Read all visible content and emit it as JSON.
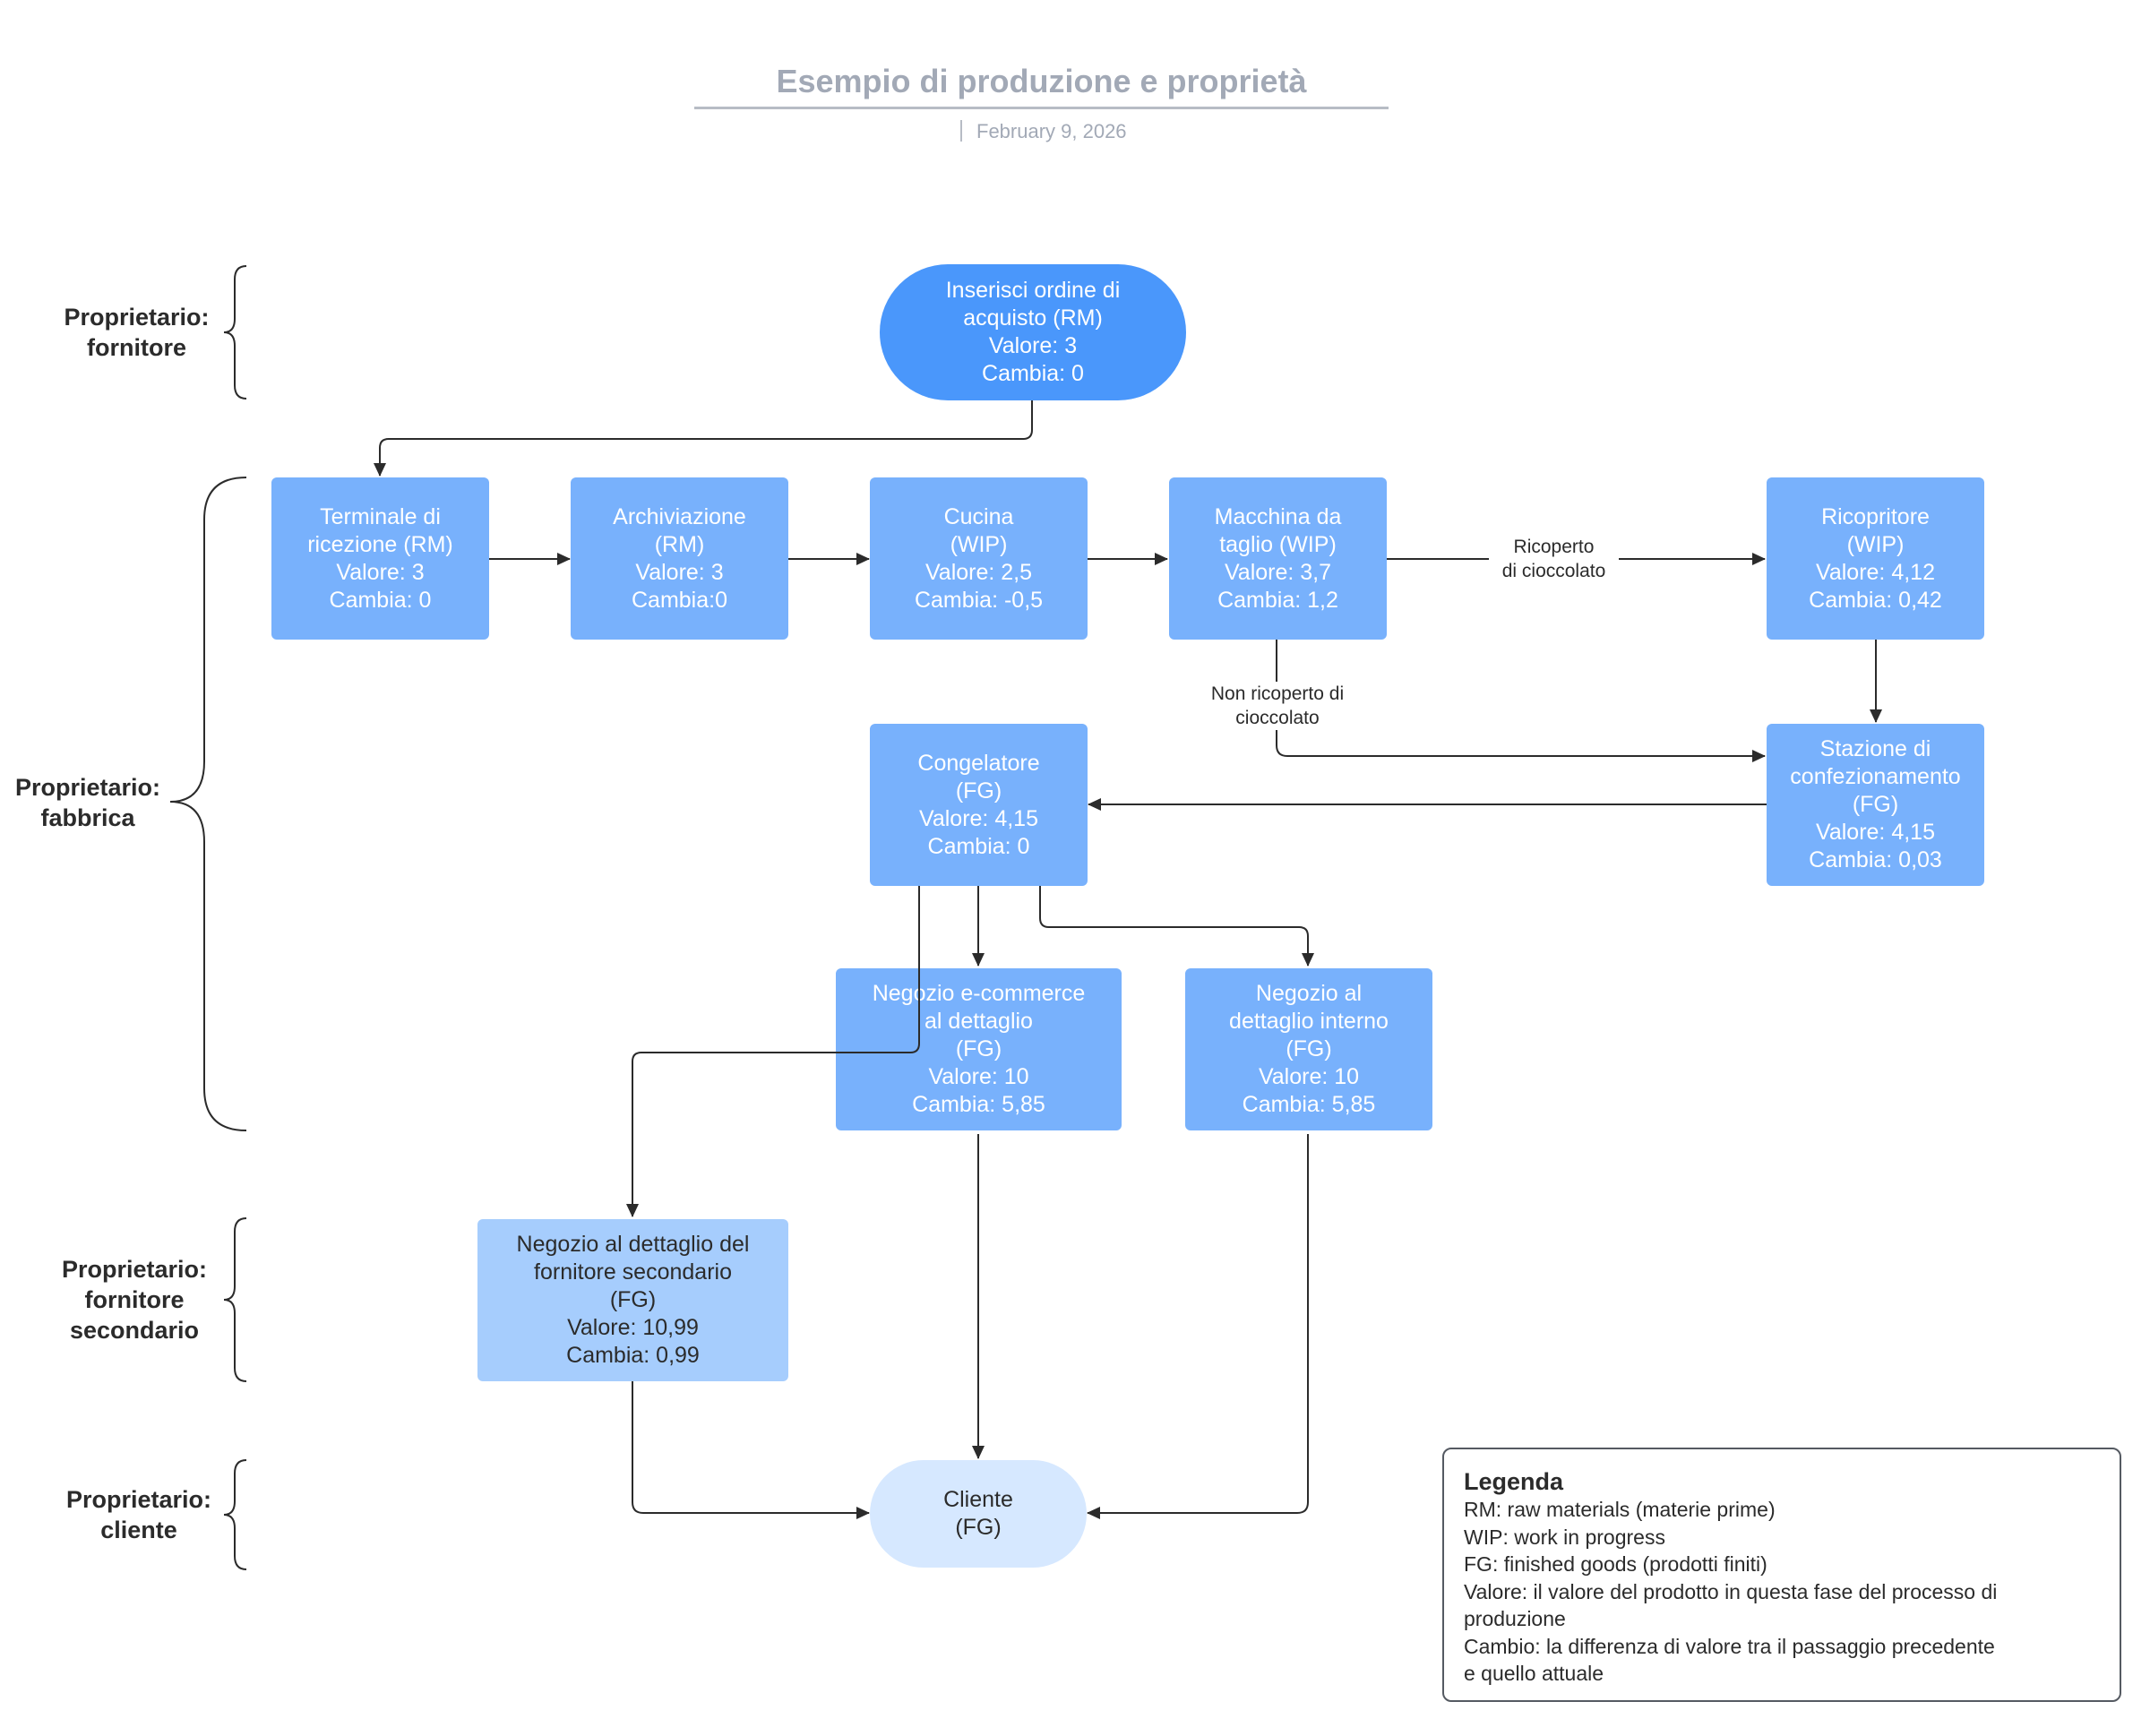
{
  "header": {
    "title": "Esempio di produzione e proprietà",
    "date": "February 9, 2026"
  },
  "owners": {
    "supplier": [
      "Proprietario:",
      "fornitore"
    ],
    "factory": [
      "Proprietario:",
      "fabbrica"
    ],
    "secondary": [
      "Proprietario:",
      "fornitore",
      "secondario"
    ],
    "customer": [
      "Proprietario:",
      "cliente"
    ]
  },
  "nodes": {
    "purchase_order": [
      "Inserisci ordine di",
      "acquisto (RM)",
      "Valore: 3",
      "Cambia: 0"
    ],
    "receiving": [
      "Terminale di",
      "ricezione (RM)",
      "Valore: 3",
      "Cambia: 0"
    ],
    "storage": [
      "Archiviazione",
      "(RM)",
      "Valore: 3",
      "Cambia:0"
    ],
    "kitchen": [
      "Cucina",
      "(WIP)",
      "Valore: 2,5",
      "Cambia: -0,5"
    ],
    "cutting": [
      "Macchina da",
      "taglio (WIP)",
      "Valore: 3,7",
      "Cambia: 1,2"
    ],
    "coater": [
      "Ricopritore",
      "(WIP)",
      "Valore: 4,12",
      "Cambia: 0,42"
    ],
    "packaging": [
      "Stazione di",
      "confezionamento",
      "(FG)",
      "Valore: 4,15",
      "Cambia: 0,03"
    ],
    "freezer": [
      "Congelatore",
      "(FG)",
      "Valore: 4,15",
      "Cambia: 0"
    ],
    "ecommerce": [
      "Negozio e-commerce",
      "al dettaglio",
      "(FG)",
      "Valore: 10",
      "Cambia: 5,85"
    ],
    "internal_store": [
      "Negozio al",
      "dettaglio interno",
      "(FG)",
      "Valore: 10",
      "Cambia: 5,85"
    ],
    "secondary_store": [
      "Negozio al dettaglio del",
      "fornitore secondario",
      "(FG)",
      "Valore: 10,99",
      "Cambia: 0,99"
    ],
    "customer": [
      "Cliente",
      "(FG)"
    ]
  },
  "edge_labels": {
    "coated": [
      "Ricoperto",
      "di cioccolato"
    ],
    "not_coated": [
      "Non ricoperto di",
      "cioccolato"
    ]
  },
  "legend": {
    "title": "Legenda",
    "lines": [
      "RM: raw materials (materie prime)",
      "WIP: work in progress",
      "FG: finished goods (prodotti finiti)",
      "Valore: il valore del prodotto in questa fase del processo di",
      "produzione",
      "Cambio: la differenza di valore tra il passaggio precedente",
      "e quello attuale"
    ]
  },
  "colors": {
    "start_node": "#4a97fb",
    "process_node": "#78b1fc",
    "secondary_node": "#a6cdfd",
    "customer_node": "#d6e8ff",
    "connector": "#2b2b2b"
  }
}
